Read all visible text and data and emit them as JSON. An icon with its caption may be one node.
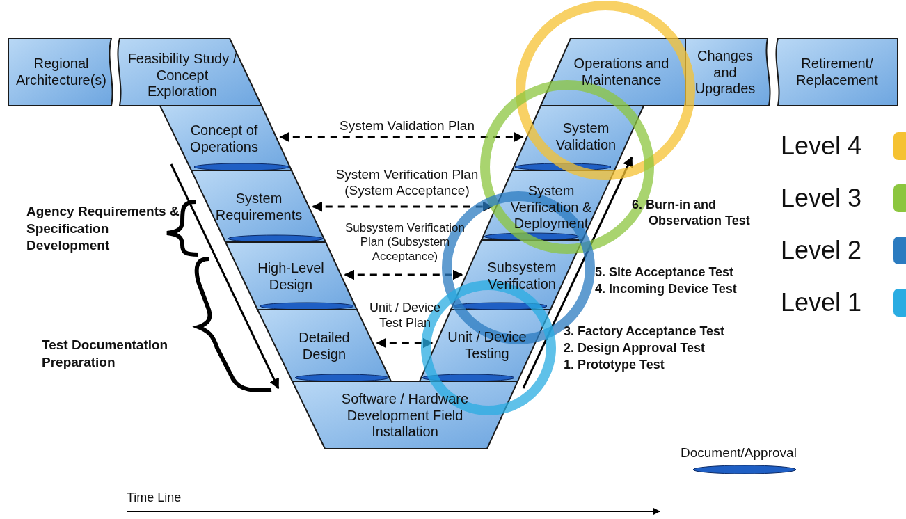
{
  "diagram": {
    "nodes": [
      {
        "text": [
          "Regional Architecture(s)"
        ]
      },
      {
        "text": [
          "Feasibility Study / Concept Exploration"
        ]
      },
      {
        "text": [
          "Concept of Operations"
        ]
      },
      {
        "text": [
          "System Requirements"
        ]
      },
      {
        "text": [
          "High-Level Design"
        ]
      },
      {
        "text": [
          "Detailed Design"
        ]
      },
      {
        "text": [
          "Software / Hardware Development Field Installation"
        ]
      },
      {
        "text": [
          "Unit / Device Testing"
        ]
      },
      {
        "text": [
          "Subsystem Verification"
        ]
      },
      {
        "text": [
          "System Verification & Deployment"
        ]
      },
      {
        "text": [
          "System Validation"
        ]
      },
      {
        "text": [
          "Operations and Maintenance"
        ]
      },
      {
        "text": [
          "Changes and Upgrades"
        ]
      },
      {
        "text": [
          "Retirement/ Replacement"
        ]
      }
    ],
    "edges": [
      {
        "from": 2,
        "to": 10,
        "arrow": "both",
        "style": "dashed",
        "label": "System Validation Plan"
      },
      {
        "from": 3,
        "to": 9,
        "arrow": "both",
        "style": "dashed",
        "label": "System Verification Plan (System Acceptance)"
      },
      {
        "from": 4,
        "to": 8,
        "arrow": "both",
        "style": "dashed",
        "label": "Subsystem Verification Plan (Subsystem Acceptance)"
      },
      {
        "from": 5,
        "to": 7,
        "arrow": "both",
        "style": "dashed",
        "label": "Unit / Device Test Plan"
      }
    ],
    "labels": [
      "Agency Requirements & Specification Development",
      "6. Burn-in and Observation Test",
      "5. Site Acceptance Test",
      "4. Incoming Device Test",
      "Test Documentation Preparation",
      "3. Factory Acceptance Test",
      "2. Design Approval Test",
      "1. Prototype Test",
      "Time Line"
    ],
    "legend": [
      {
        "text": "Level 4",
        "color": "#f5c232"
      },
      {
        "text": "Level 3",
        "color": "#8cc63f"
      },
      {
        "text": "Level 2",
        "color": "#2b7bc0"
      },
      {
        "text": "Level 1",
        "color": "#2aace2"
      },
      {
        "text": "Document/Approval"
      }
    ]
  }
}
